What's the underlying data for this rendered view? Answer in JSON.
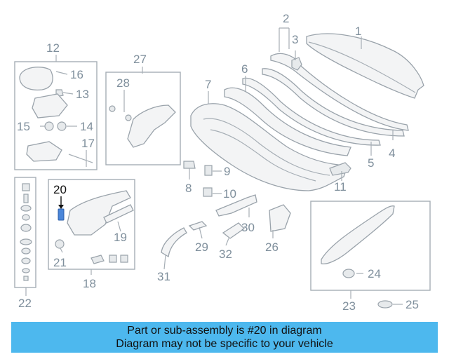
{
  "diagram": {
    "highlight_color": "#4a86d9",
    "callouts": {
      "c1": "1",
      "c2": "2",
      "c3": "3",
      "c4": "4",
      "c5": "5",
      "c6": "6",
      "c7": "7",
      "c8": "8",
      "c9": "9",
      "c10": "10",
      "c11": "11",
      "c12": "12",
      "c13": "13",
      "c14": "14",
      "c15": "15",
      "c16": "16",
      "c17": "17",
      "c18": "18",
      "c19": "19",
      "c20": "20",
      "c21": "21",
      "c22": "22",
      "c23": "23",
      "c24": "24",
      "c25": "25",
      "c26": "26",
      "c27": "27",
      "c28": "28",
      "c29": "29",
      "c30": "30",
      "c31": "31",
      "c32": "32"
    }
  },
  "banner": {
    "background": "#4db8ee",
    "line1": "Part or sub-assembly is #20 in diagram",
    "line2": "Diagram may not be specific to your vehicle"
  }
}
